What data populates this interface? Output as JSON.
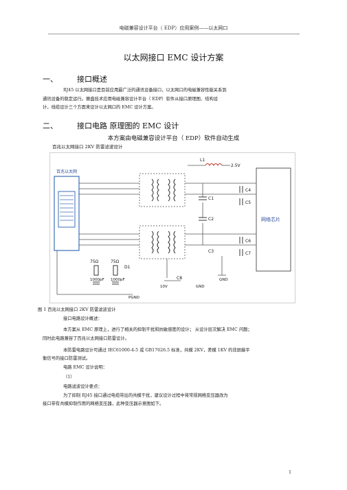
{
  "header": {
    "text": "电磁兼容设计平台（    EDP）应用案例——以太网口"
  },
  "doc": {
    "title": "以太网接口      EMC 设计方案",
    "section1": {
      "num": "一、",
      "title": "接口概述"
    },
    "para1": [
      "RJ45 以太网接口是目前应用最广泛的通讯设备接口，以太网口的电磁兼容性能关系到",
      "通讯设备的稳定运行。赛盛技术应用电磁兼容设计平台（            EDP）软件从接口原理图、结构设",
      "计，线缆设计三个方面来设计以太网口的          EMC 设计方案。"
    ],
    "section2": {
      "num": "二、",
      "title": "接口电路     原理图的     EMC  设计"
    },
    "subtitle": "本方案由电磁兼容设计平台（     EDP）软件自动生成",
    "fig_caption_top": "百兆以太网接口     2KV 防雷滤波设计",
    "fig_caption": "图 1   百兆以太网接口 2KV 防雷滤波设计",
    "body": [
      "接口电路设计概述：",
      "本方案从 EMC 原理上，进行了相关的抑制干扰和抗敏感度的设计；   从设计层次解决 EMC 问题；",
      "同时此电路兼容了百兆以太网接口防雷设计。",
      "本防雷电路设计可通过 IEC61000-4-5 或 GB17626.5 标准，共模 2KV，差模 1KV 的非屏蔽平",
      "衡信号的接口防雷测试。",
      "电路 EMC 设计说明：",
      "（1）",
      "电路滤波设计要点：",
      "为了抑制  RJ45 接口通过电缆带出的共模干扰，建议设计过程中将常规网络变压器改为",
      "接口带有共模抑制作用的网络变压器，此种变压器示意图如下。"
    ],
    "page_number": "1"
  },
  "schematic": {
    "l1": "L1",
    "v": "2.5V",
    "rj45_label": "百兆以太网",
    "phy_label": "网络芯片",
    "c1": "C1",
    "c2": "C2",
    "c3": "C3",
    "c4": "C4",
    "c5": "C5",
    "c6": "C6",
    "c7": "C7",
    "c8": "C8",
    "r1": "75Ω",
    "r2": "75Ω",
    "d1": "D1",
    "cap1": "1000pF",
    "cap2": "1000pF",
    "gnd1": "GND",
    "gnd2": "GND",
    "pgnd": "PGND",
    "v10": "10V"
  }
}
